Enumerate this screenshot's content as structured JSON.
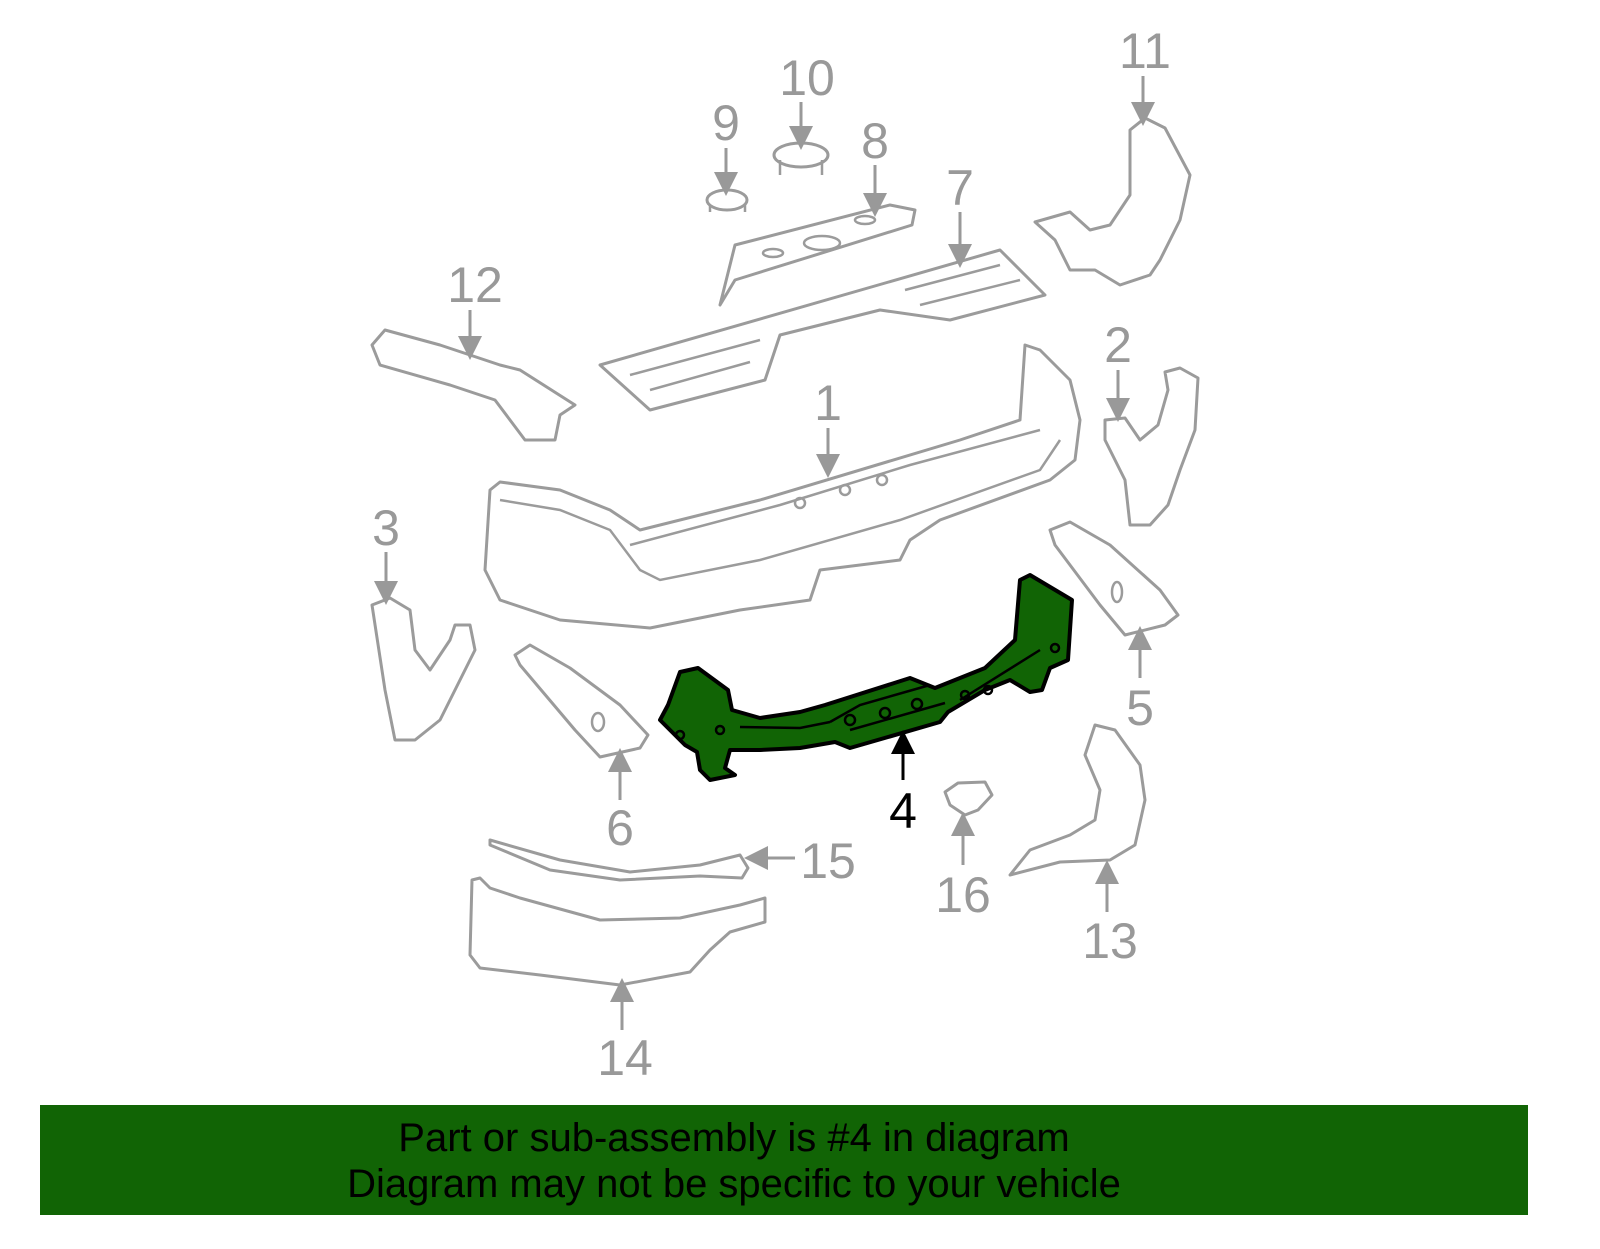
{
  "diagram": {
    "highlight_color": "#116405",
    "outline_color": "#9b9b9b",
    "selected_part": "4",
    "callouts": [
      "1",
      "2",
      "3",
      "4",
      "5",
      "6",
      "7",
      "8",
      "9",
      "10",
      "11",
      "12",
      "13",
      "14",
      "15",
      "16"
    ]
  },
  "banner": {
    "line1": "Part or sub-assembly is #4 in diagram",
    "line2": "Diagram may not be specific to your vehicle",
    "background": "#116405"
  }
}
